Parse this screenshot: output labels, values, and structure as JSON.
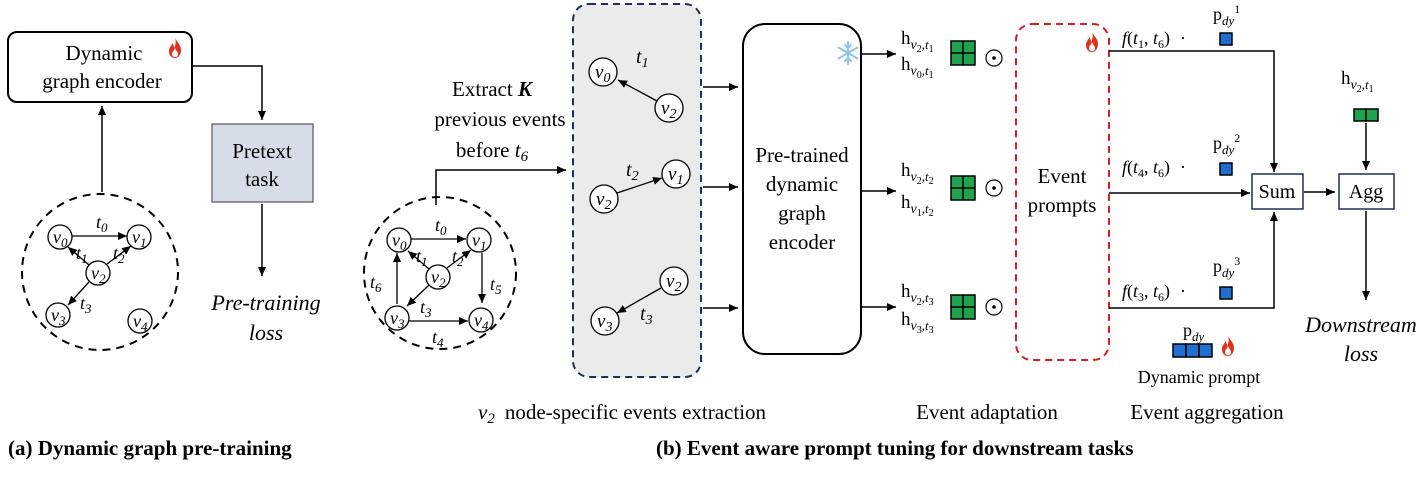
{
  "panel_a": {
    "encoder_line1": "Dynamic",
    "encoder_line2": "graph encoder",
    "pretext_line1": "Pretext",
    "pretext_line2": "task",
    "loss_line1": "Pre-training",
    "loss_line2": "loss",
    "caption": "(a) Dynamic graph pre-training",
    "nodes": [
      "v0",
      "v1",
      "v2",
      "v3",
      "v4"
    ],
    "edge_labels": [
      "t0",
      "t1",
      "t2",
      "t3"
    ]
  },
  "panel_b": {
    "extract_line1": "Extract ",
    "extract_K": "K",
    "extract_line2": "previous events",
    "extract_line3": "before ",
    "extract_t6": "t6",
    "graph_edge_labels": [
      "t0",
      "t1",
      "t2",
      "t3",
      "t4",
      "t5",
      "t6"
    ],
    "events": [
      {
        "src": "v2",
        "dst": "v0",
        "time": "t1"
      },
      {
        "src": "v2",
        "dst": "v1",
        "time": "t2"
      },
      {
        "src": "v2",
        "dst": "v3",
        "time": "t3"
      }
    ],
    "extraction_label": "node-specific events extraction",
    "extraction_node": "v2",
    "encoder_lines": [
      "Pre-trained",
      "dynamic",
      "graph",
      "encoder"
    ],
    "hidden_labels": [
      [
        "h",
        "v2,t1",
        "h",
        "v0,t1"
      ],
      [
        "h",
        "v2,t2",
        "h",
        "v1,t2"
      ],
      [
        "h",
        "v2,t3",
        "h",
        "v3,t3"
      ]
    ],
    "odot": "⊙",
    "event_prompts_line1": "Event",
    "event_prompts_line2": "prompts",
    "adaptation_label": "Event adaptation",
    "time_functions": [
      "f(t1, t6)",
      "f(t4, t6)",
      "f(t3, t6)"
    ],
    "dot_op": "·",
    "pdy_labels": [
      "pdy1",
      "pdy2",
      "pdy3"
    ],
    "sum_label": "Sum",
    "agg_label": "Agg",
    "agg_input_label": "hv2,t1",
    "downstream_line1": "Downstream",
    "downstream_line2": "loss",
    "dynamic_prompt_symbol": "pdy",
    "dynamic_prompt_label": "Dynamic prompt",
    "aggregation_label": "Event aggregation",
    "caption": "(b) Event aware prompt tuning for downstream tasks"
  },
  "colors": {
    "green_cell": "#1fa351",
    "blue_cell": "#1f6fd1",
    "extraction_fill": "#ebebeb",
    "extraction_border": "#1f2f5a",
    "prompt_border": "#d62020",
    "pretext_fill": "#d7dde8",
    "fire": "#e0301e",
    "snowflake": "#8fc3ea"
  },
  "icons": [
    "fire-icon",
    "snowflake-icon",
    "odot-icon"
  ]
}
